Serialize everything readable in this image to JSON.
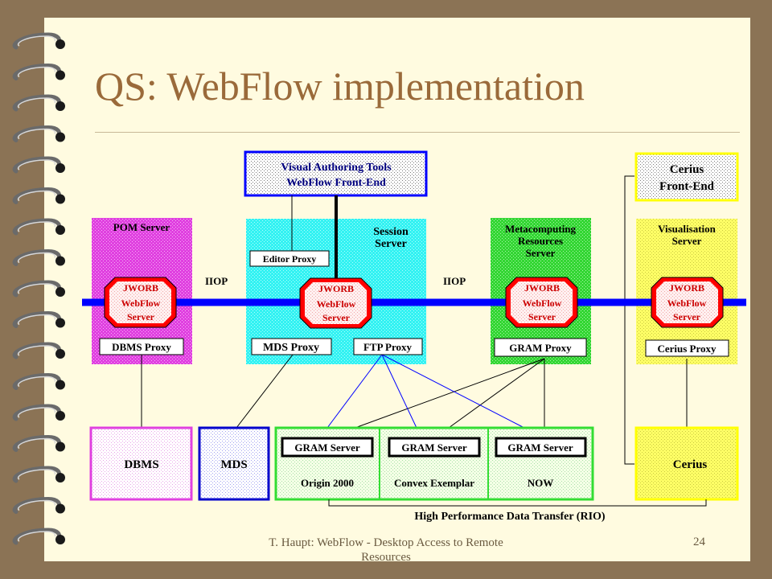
{
  "slide": {
    "title": "QS: WebFlow implementation",
    "footer": "T. Haupt: WebFlow - Desktop Access to Remote Resources",
    "page_number": "24"
  },
  "colors": {
    "background": "#8b7355",
    "slide": "#fffbe0",
    "title": "#9a6a3a",
    "pom_server": "#e040e0",
    "session_server": "#33f2f2",
    "metacomputing": "#33d633",
    "yellow": "#ffff66",
    "bus": "#0000ff",
    "jworb": "#ff0000"
  },
  "diagram": {
    "authoring_tools": {
      "line1": "Visual  Authoring Tools",
      "line2": "WebFlow   Front-End"
    },
    "cerius_frontend": {
      "line1": "Cerius",
      "line2": "Front-End"
    },
    "pom_server": {
      "title": "POM Server",
      "proxy": "DBMS Proxy"
    },
    "session_server": {
      "title_line1": "Session",
      "title_line2": "Server",
      "editor_proxy": "Editor   Proxy",
      "mds_proxy": "MDS Proxy",
      "ftp_proxy": "FTP Proxy"
    },
    "metacomputing_server": {
      "title_line1": "Metacomputing",
      "title_line2": "Resources",
      "title_line3": "Server",
      "proxy": "GRAM Proxy"
    },
    "visualisation_server": {
      "title_line1": "Visualisation",
      "title_line2": "Server",
      "proxy": "Cerius  Proxy"
    },
    "jworb": {
      "line1": "JWORB",
      "line2": "WebFlow",
      "line3": "Server"
    },
    "iiop_left": "IIOP",
    "iiop_right": "IIOP",
    "dbms": "DBMS",
    "mds": "MDS",
    "gram_server": "GRAM Server",
    "origin": "Origin  2000",
    "convex": "Convex   Exemplar",
    "now": "NOW",
    "cerius": "Cerius",
    "hpdt": "High  Performance  Data  Transfer  (RIO)"
  }
}
